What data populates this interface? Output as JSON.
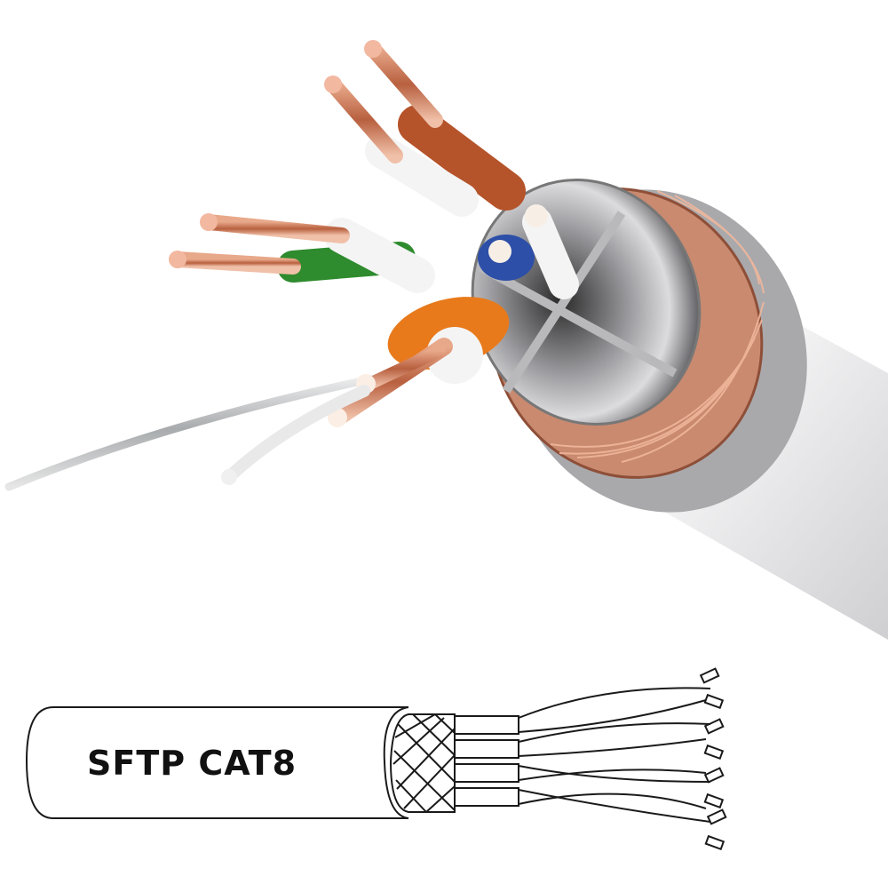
{
  "image": {
    "subject": "Shielded twisted-pair Ethernet cable cutaway",
    "photo": {
      "colors": {
        "jacket": "#e4e4e6",
        "jacket_shadow": "#a9a9ac",
        "braid": "#c98a70",
        "foil": "#8c8c90",
        "copper": "#d98e6c",
        "copper_tip": "#f2b8a0",
        "pair_brown": "#b5532a",
        "pair_green": "#2e8b2e",
        "pair_blue": "#2d4fa8",
        "pair_orange": "#e87a1c",
        "insulation_white": "#f4f4f4",
        "drain_wire": "#bfc2c4"
      },
      "pairs": [
        "brown",
        "green",
        "blue",
        "orange"
      ]
    },
    "diagram": {
      "label": "SFTP CAT8",
      "line_color": "#1a1a1a",
      "pair_count": 4
    }
  }
}
